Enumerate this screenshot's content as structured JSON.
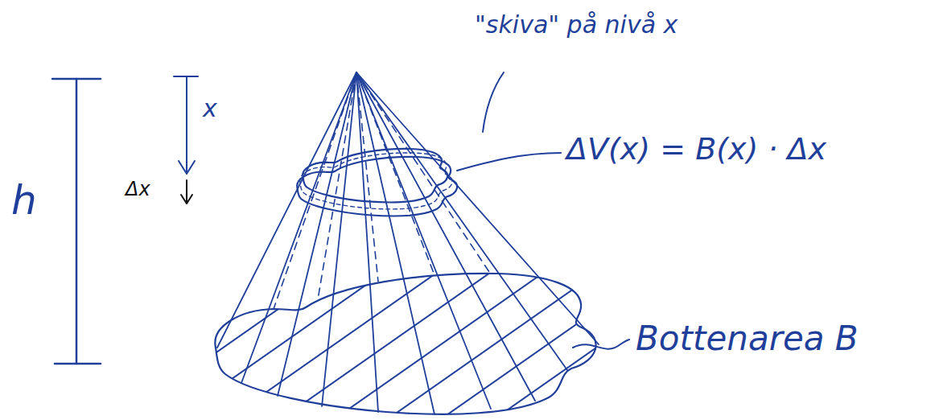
{
  "diagram": {
    "labels": [
      "\"skiva\" på nivå x",
      "ΔV(x) = B(x) · Δx",
      "Bottenarea B",
      "h",
      "x",
      "Δx"
    ]
  }
}
